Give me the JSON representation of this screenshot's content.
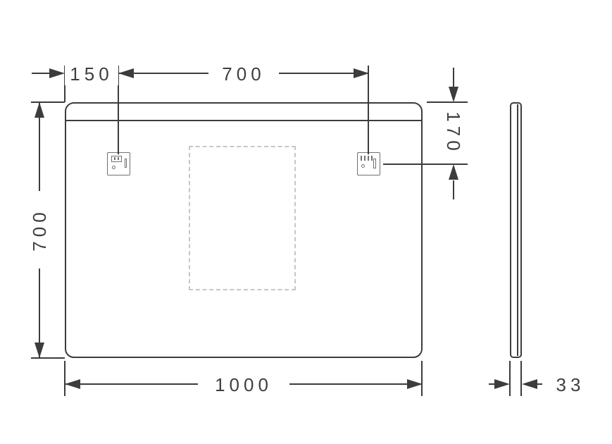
{
  "labels": {
    "offset_left": "150",
    "bracket_span": "700",
    "height": "700",
    "hang_height": "170",
    "width": "1000",
    "depth": "33"
  },
  "colors": {
    "ink": "#3c3c3c",
    "dashed_outline": "#c7c7c7"
  }
}
